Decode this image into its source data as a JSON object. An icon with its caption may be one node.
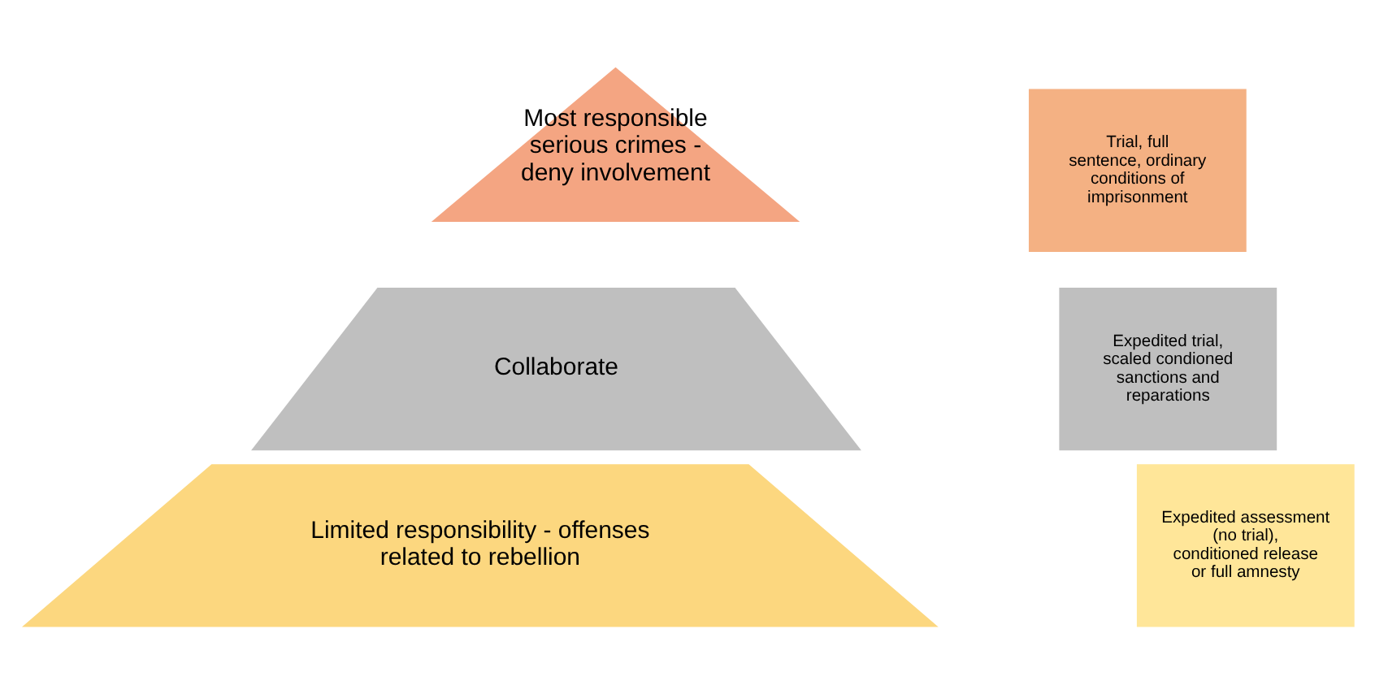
{
  "diagram": {
    "nodes": [
      {
        "text": [
          "Most responsible serious crimes - deny involvement"
        ]
      },
      {
        "text": [
          "Collaborate"
        ]
      },
      {
        "text": [
          "Limited responsibility - offenses related to rebellion"
        ]
      },
      {
        "text": [
          "Trial, full sentence, ordinary conditions of imprisonment"
        ]
      },
      {
        "text": [
          "Expedited trial, scaled condioned sanctions and reparations"
        ]
      },
      {
        "text": [
          "Expedited assessment (no trial), conditioned release or full amnesty"
        ]
      }
    ],
    "edges": []
  }
}
